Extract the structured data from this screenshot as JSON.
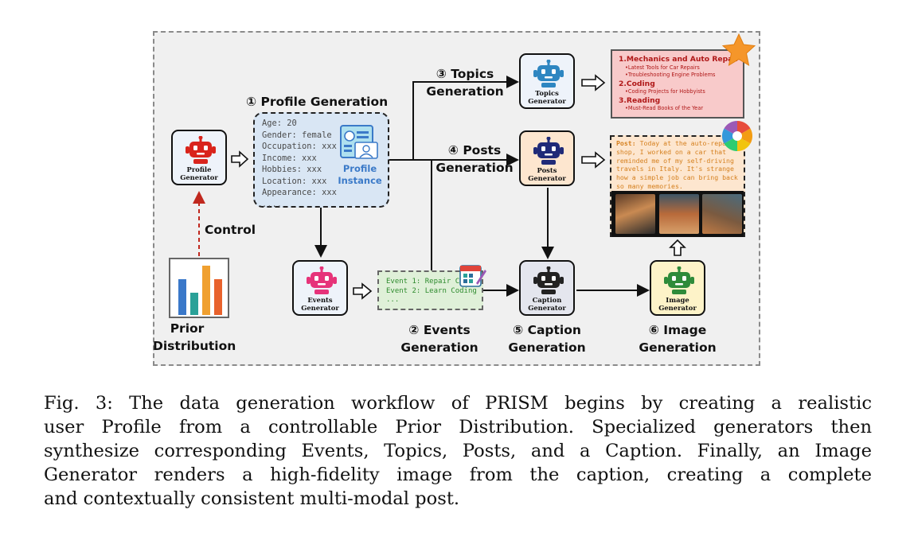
{
  "diagram": {
    "generators": {
      "profile": "Profile\nGenerator",
      "events": "Events\nGenerator",
      "topics": "Topics\nGenerator",
      "posts": "Posts\nGenerator",
      "caption": "Caption\nGenerator",
      "image": "Image\nGenerator"
    },
    "stages": {
      "profile_generation": "① Profile Generation",
      "events_generation": "② Events\nGeneration",
      "topics_generation": "③ Topics\nGeneration",
      "posts_generation": "④ Posts\nGeneration",
      "caption_generation": "⑤ Caption\nGeneration",
      "image_generation": "⑥ Image\nGeneration"
    },
    "control_label": "Control",
    "prior_label": "Prior\nDistribution",
    "profile_fields": [
      "Age: 20",
      "Gender: female",
      "Occupation: xxx",
      "Income: xxx",
      "Hobbies: xxx",
      "Location: xxx",
      "Appearance: xxx",
      "...."
    ],
    "profile_instance": "Profile\nInstance",
    "events": [
      "Event 1: Repair Car",
      "Event 2: Learn Coding",
      "..."
    ],
    "topics": [
      {
        "title": "1.Mechanics and Auto Repair",
        "items": [
          "•Latest Tools for Car Repairs",
          "•Troubleshooting Engine Problems"
        ]
      },
      {
        "title": "2.Coding",
        "items": [
          "•Coding Projects for Hobbyists"
        ]
      },
      {
        "title": "3.Reading",
        "items": [
          "•Must-Read Books of the Year"
        ]
      }
    ],
    "post": {
      "prefix": "Post:",
      "text": " Today at the auto-repair shop, I worked on a car that reminded me of my self-driving travels in Italy. It's strange how a simple job can bring back so many memories."
    },
    "colors": {
      "profile_robot": "#d9241c",
      "events_robot": "#e6337a",
      "topics_robot": "#2e86c1",
      "posts_robot": "#1f2a78",
      "caption_robot": "#222222",
      "image_robot": "#2e8b3a",
      "profile_bg": "#d9e6f4",
      "events_bg": "#dff0d8",
      "topics_bg": "#f8caca",
      "posts_bg": "#fde6cf",
      "image_bg": "#fdf3c8",
      "caption_bg": "#e4e6ee",
      "generator_bg": "#eef3fa",
      "bar_colors": [
        "#3a78c9",
        "#2aa198",
        "#f0a030",
        "#e8622c"
      ]
    },
    "icons": [
      "robot-icon",
      "id-card-icon",
      "calendar-icon",
      "star-icon",
      "aperture-icon",
      "bar-chart-icon"
    ]
  },
  "caption": {
    "lines": [
      "Fig. 3: The data generation workflow of PRISM begins by creating a realistic",
      "user Profile from a controllable Prior Distribution. Specialized generators then",
      "synthesize corresponding Events, Topics, Posts, and a Caption. Finally, an Image",
      "Generator renders a high-fidelity image from the caption, creating a complete",
      "and contextually consistent multi-modal post."
    ]
  }
}
